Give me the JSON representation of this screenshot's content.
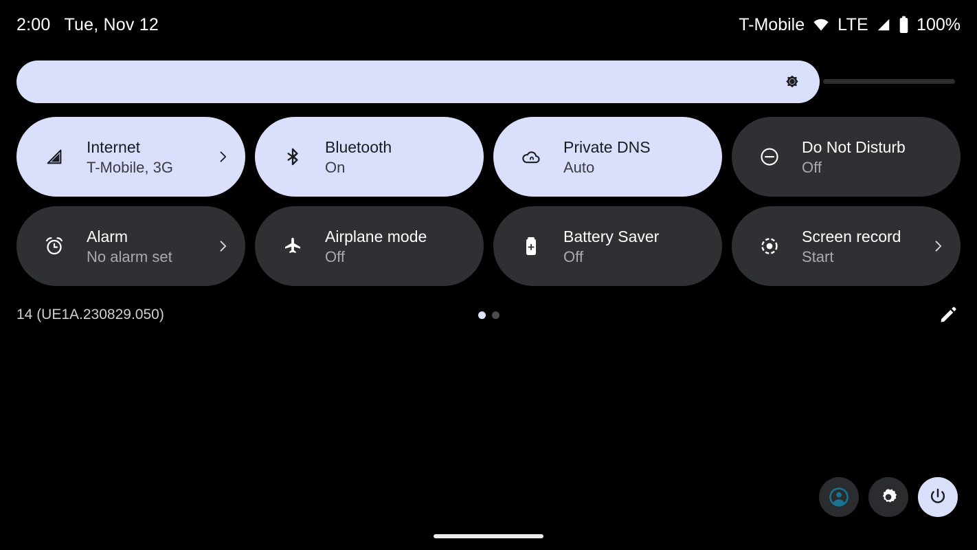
{
  "status_bar": {
    "clock": "2:00",
    "date": "Tue, Nov 12",
    "carrier": "T-Mobile",
    "wifi_icon": "wifi-icon",
    "network_type": "LTE",
    "signal_icon": "cell-signal-icon",
    "battery_icon": "battery-full-icon",
    "battery_percent": "100%"
  },
  "brightness": {
    "icon": "brightness-sun-icon",
    "value_percent": 85,
    "label": "Brightness"
  },
  "tiles": [
    {
      "title": "Internet",
      "subtitle": "T-Mobile, 3G",
      "icon": "cell-signal-icon",
      "state": "active",
      "chevron": true
    },
    {
      "title": "Bluetooth",
      "subtitle": "On",
      "icon": "bluetooth-icon",
      "state": "active",
      "chevron": false
    },
    {
      "title": "Private DNS",
      "subtitle": "Auto",
      "icon": "cloud-lock-icon",
      "state": "active",
      "chevron": false
    },
    {
      "title": "Do Not Disturb",
      "subtitle": "Off",
      "icon": "do-not-disturb-icon",
      "state": "inactive",
      "chevron": false
    },
    {
      "title": "Alarm",
      "subtitle": "No alarm set",
      "icon": "alarm-clock-icon",
      "state": "inactive",
      "chevron": true
    },
    {
      "title": "Airplane mode",
      "subtitle": "Off",
      "icon": "airplane-icon",
      "state": "inactive",
      "chevron": false
    },
    {
      "title": "Battery Saver",
      "subtitle": "Off",
      "icon": "battery-saver-icon",
      "state": "inactive",
      "chevron": false
    },
    {
      "title": "Screen record",
      "subtitle": "Start",
      "icon": "screen-record-icon",
      "state": "inactive",
      "chevron": true
    }
  ],
  "footer": {
    "build": "14 (UE1A.230829.050)",
    "pages": {
      "count": 2,
      "active_index": 0
    },
    "edit_icon": "pencil-edit-icon"
  },
  "actions": [
    {
      "icon": "user-avatar-icon",
      "state": "dark"
    },
    {
      "icon": "gear-icon",
      "state": "dark"
    },
    {
      "icon": "power-icon",
      "state": "light"
    }
  ],
  "colors": {
    "background": "#000000",
    "tile_active": "#dae0fc",
    "tile_inactive": "#2e3034",
    "accent_avatar": "#1a7390",
    "text_on_active": "#1b1c20",
    "text_on_inactive": "#ffffff",
    "subtitle_inactive": "#a9abb0"
  },
  "home_indicator": "home-gesture-bar"
}
